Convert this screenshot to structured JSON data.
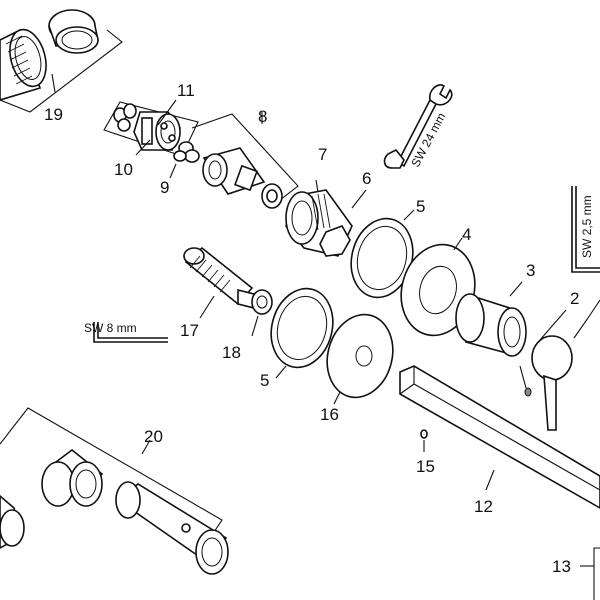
{
  "callouts": {
    "n2": "2",
    "n3": "3",
    "n4": "4",
    "n5a": "5",
    "n5b": "5",
    "n6": "6",
    "n7": "7",
    "n8": "8",
    "n9": "9",
    "n10": "10",
    "n11": "11",
    "n12": "12",
    "n13": "13",
    "n15": "15",
    "n16": "16",
    "n17": "17",
    "n18": "18",
    "n19": "19",
    "n20": "20"
  },
  "tools": {
    "wrench_size": "SW 24 mm",
    "hex_key_large": "SW 8 mm",
    "hex_key_small": "SW 2,5 mm"
  }
}
